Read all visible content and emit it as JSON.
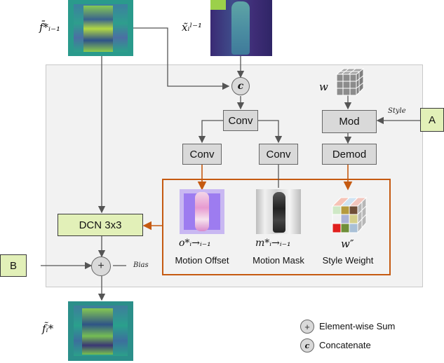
{
  "inputs": {
    "f_prev": "f̄*ᵢ₋₁",
    "x_prev": "x̃ᵢˡ⁻¹",
    "f_out": "f̃ᵢ*"
  },
  "weights": {
    "w": "w",
    "w2": "w″"
  },
  "blocks": {
    "concat": "c",
    "conv_top": "Conv",
    "conv_left": "Conv",
    "conv_right": "Conv",
    "mod": "Mod",
    "demod": "Demod",
    "dcn": "DCN 3x3",
    "a": "A",
    "b": "B"
  },
  "tags": {
    "style": "Style",
    "bias": "Bias"
  },
  "outputs": {
    "offset_math": "o*ᵢ→ᵢ₋₁",
    "offset_label": "Motion Offset",
    "mask_math": "m*ᵢ→ᵢ₋₁",
    "mask_label": "Motion Mask",
    "style_label": "Style Weight"
  },
  "legend": {
    "sum": "Element-wise Sum",
    "concat": "Concatenate",
    "concat_symbol": "c"
  },
  "colors": {
    "panel": "#f2f2f2",
    "orange": "#c55a11",
    "green": "#e2f0b8",
    "gray_box": "#d9d9d9"
  }
}
